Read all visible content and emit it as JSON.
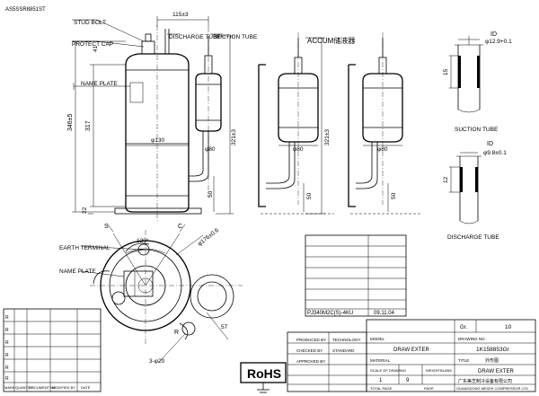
{
  "corner_code": "AS5SSR8851ST",
  "labels": {
    "stud_bolt": "STUD BOLT",
    "protect_cap": "PROTECT CAP",
    "discharge_tube": "DISCHARGE TUBE",
    "suction_tube": "SUCTION TUBE",
    "accum": "ACCUM储液器",
    "name_plate": "NAME PLATE",
    "earth_terminal": "EARTH TERMINAL",
    "name_plate_2": "NAME PLATE",
    "suction_tube_detail": "SUCTION TUBE",
    "discharge_tube_detail": "DISCHARGE TUBE",
    "s_mark": "S",
    "c_mark": "C",
    "r_mark": "R",
    "id_1": "ID",
    "id_2": "ID"
  },
  "dimensions": {
    "top_width": "115±3",
    "d41": "41",
    "total_height": "346±5",
    "body_height": "317",
    "d22": "22",
    "dia130": "φ130",
    "dia80_a": "φ80",
    "dia80_b": "φ80",
    "dia80_c": "φ80",
    "d50_a": "50",
    "d50_b": "50",
    "d50_c": "50",
    "d321_a": "321±3",
    "d321_b": "321±3",
    "angle120": "120°",
    "dia176": "φ176±0.6",
    "d57": "57",
    "holes": "3-φ20",
    "id_suction": "φ12.9+0.1",
    "id_discharge": "φ9.8±0.1",
    "d15": "15",
    "d12": "12",
    "view_mark_s": "S",
    "view_mark_c": "C"
  },
  "model_table": {
    "model": "PJ340M2C(S)-4KU",
    "date": "09.11.04"
  },
  "title_block": {
    "gr_label": "Gr.",
    "gr_value": "10",
    "drawing_no_label": "DRAWING NO.",
    "drawing_no": "1K158853Gr",
    "model_label": "MODEL",
    "model_value": "DRAW EXTER",
    "material_label": "MATERIAL",
    "title_label": "TITLE",
    "title_value_cn": "外形图",
    "title_value": "DRAW EXTER",
    "company": "广东美芝制冷设备有限公司",
    "company_en": "GUANGDONG MEIZHI COMPRESSOR LTD",
    "produced_by": "PRODUCED BY",
    "technology_by": "TECHNOLOGY",
    "checked_by": "CHECKED BY",
    "standard_by": "STANDARD",
    "approved_by": "APPROVED BY",
    "scale_label": "SCALE OF DRAWING",
    "scale_value": "1",
    "scale_ratio": "9",
    "weight_label": "WEIGHT",
    "qty_label": "BLANK",
    "total_page": "TOTAL PAGE",
    "page_label": "PAGE",
    "mark_label": "MARK",
    "qty_col": "QUANTITY",
    "doc_col": "DOCUMENT NO.",
    "modified_col": "MODIFIED BY",
    "date_col": "DATE",
    "rev_marks": [
      "R",
      "R",
      "R",
      "R",
      "R",
      "R"
    ]
  },
  "rohs": "RoHS"
}
